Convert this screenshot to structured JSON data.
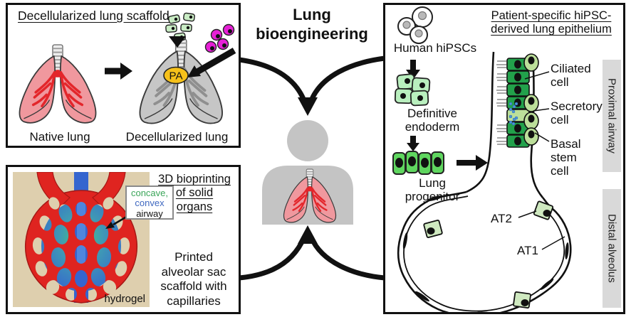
{
  "figure": {
    "center_title": "Lung\nbioengineering"
  },
  "decell_panel": {
    "title": "Decellularized lung scaffold",
    "native_lung_label": "Native lung",
    "decell_lung_label": "Decellularized lung",
    "pa_badge": "PA"
  },
  "bioprint_panel": {
    "title": "3D bioprinting\nof solid\norgans",
    "callout_concave": "concave,",
    "callout_convex": "convex",
    "callout_airway": "airway",
    "hydrogel_label": "hydrogel",
    "caption": "Printed\nalveolar sac\nscaffold with\ncapillaries"
  },
  "hipsc_panel": {
    "title": "Patient-specific hiPSC-\nderived lung epithelium",
    "hipsc_label": "Human hiPSCs",
    "endoderm_label": "Definitive\nendoderm",
    "progenitor_label": "Lung\nprogenitor",
    "ciliated_label": "Ciliated\ncell",
    "secretory_label": "Secretory\ncell",
    "basal_label": "Basal\nstem\ncell",
    "at2_label": "AT2",
    "at1_label": "AT1",
    "proximal_bar": "Proximal airway",
    "distal_bar": "Distal alveolus"
  },
  "palette": {
    "native_lung_pink": "#f0989e",
    "vessel_red": "#e3262b",
    "decell_gray": "#c6c6c6",
    "decell_vessel_gray": "#8f8f8f",
    "pa_yellow": "#f6c11a",
    "magenta_cell": "#e620d6",
    "pale_green_cell": "#c9ecc4",
    "endoderm_green": "#b9efbe",
    "progenitor_green": "#5fd65f",
    "ciliated_green": "#22a14b",
    "secretory_green": "#bcdf9a",
    "at2_green": "#cfe9c0",
    "granule_blue": "#4d94d9",
    "person_gray": "#c4c4c4",
    "sidebar_gray": "#d9d9d9",
    "hydrogel_tan": "#decfae",
    "print_red": "#df2420",
    "print_blue": "#3565cf",
    "callout_green": "#3aa558",
    "callout_blue": "#3f68c0"
  }
}
